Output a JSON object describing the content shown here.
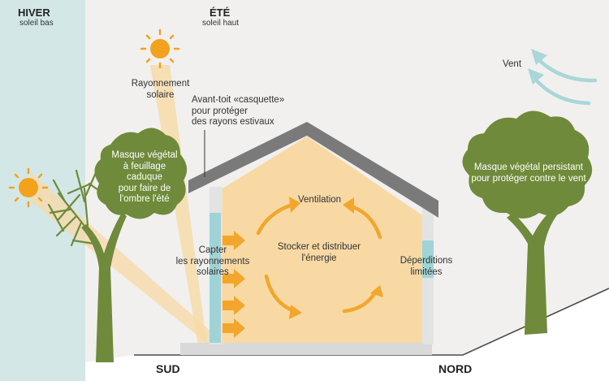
{
  "winter": {
    "title": "HIVER",
    "subtitle": "soleil bas"
  },
  "summer": {
    "title": "ÉTÉ",
    "subtitle": "soleil haut"
  },
  "labels": {
    "rayonnement": [
      "Rayonnement",
      "solaire"
    ],
    "avant_toit": [
      "Avant-toit «casquette»",
      "pour protéger",
      "des rayons estivaux"
    ],
    "ventilation": "Ventilation",
    "stocker": [
      "Stocker et distribuer",
      "l'énergie"
    ],
    "capter": [
      "Capter",
      "les rayonnements",
      "solaires"
    ],
    "deperditions": [
      "Déperditions",
      "limitées"
    ],
    "vent": "Vent"
  },
  "trees": {
    "left": [
      "Masque végétal",
      "à feuillage",
      "caduque",
      "pour faire de",
      "l'ombre l'été"
    ],
    "right": [
      "Masque végétal persistant",
      "pour protéger contre le vent"
    ]
  },
  "directions": {
    "south": "SUD",
    "north": "NORD"
  },
  "colors": {
    "winter_band": "#d3e7e6",
    "background": "#f1f0ee",
    "house_interior": "#f8d9a4",
    "roof": "#7a7a7a",
    "wall": "#d9d9d9",
    "glazing": "#9fd3d6",
    "arrow_orange": "#f2a72c",
    "sun": "#f3a21d",
    "tree_green": "#6e8a3a",
    "wind_arrow": "#a9d6d9",
    "ground_line": "#4a4a4a"
  }
}
